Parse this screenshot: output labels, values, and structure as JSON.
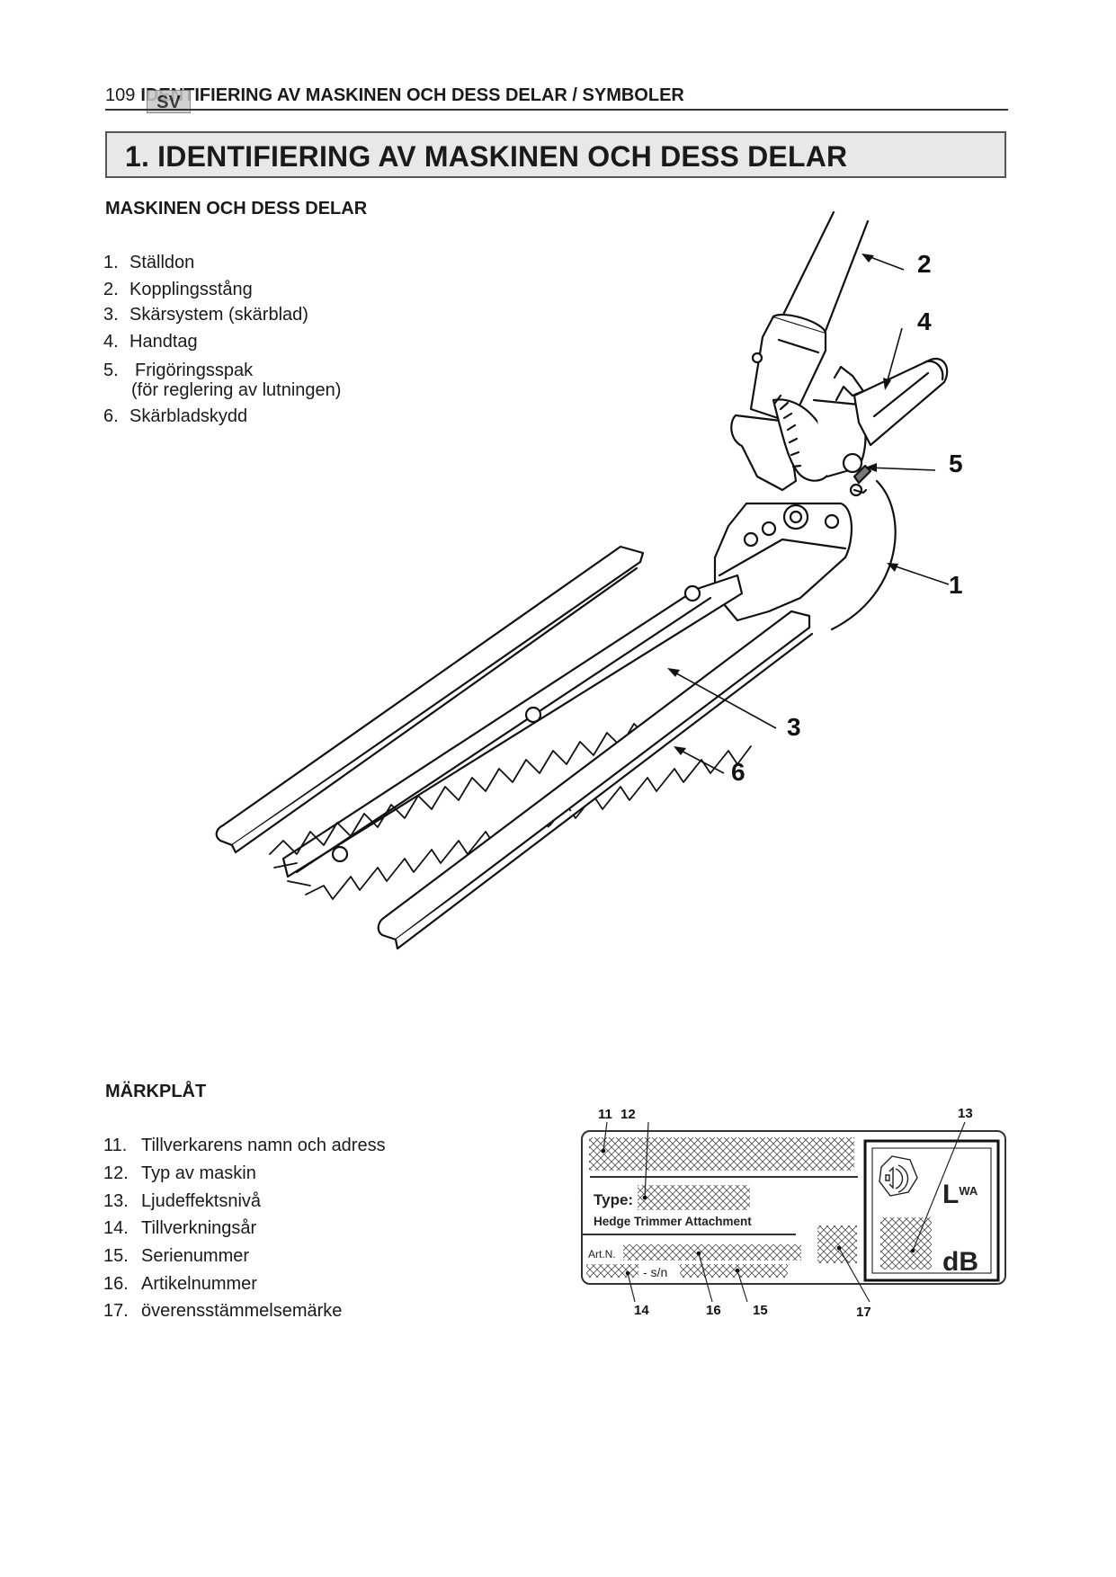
{
  "header": {
    "page_number": "109",
    "language_tab": "SV",
    "running_title": "IDENTIFIERING AV MASKINEN OCH DESS DELAR / SYMBOLER"
  },
  "section_title": "1.  IDENTIFIERING AV MASKINEN OCH DESS DELAR",
  "machine_parts": {
    "heading": "MASKINEN OCH DESS DELAR",
    "items": [
      {
        "num": "1.",
        "label": "Ställdon"
      },
      {
        "num": "2.",
        "label": "Kopplingsstång"
      },
      {
        "num": "3.",
        "label": "Skärsystem (skärblad)"
      },
      {
        "num": "4.",
        "label": "Handtag"
      },
      {
        "num": "5.",
        "label": "Frigöringsspak",
        "sub": "(för reglering av lutningen)"
      },
      {
        "num": "6.",
        "label": "Skärbladskydd"
      }
    ],
    "diagram_callouts": [
      "2",
      "4",
      "5",
      "1",
      "3",
      "6"
    ]
  },
  "rating_plate": {
    "heading": "MÄRKPLÅT",
    "items": [
      {
        "num": "11.",
        "label": "Tillverkarens namn och adress"
      },
      {
        "num": "12.",
        "label": "Typ av maskin"
      },
      {
        "num": "13.",
        "label": "Ljudeffektsnivå"
      },
      {
        "num": "14.",
        "label": "Tillverkningsår"
      },
      {
        "num": "15.",
        "label": "Serienummer"
      },
      {
        "num": "16.",
        "label": "Artikelnummer"
      },
      {
        "num": "17.",
        "label": "överensstämmelsemärke"
      }
    ],
    "plate": {
      "type_label": "Type:",
      "product_name": "Hedge Trimmer Attachment",
      "art_label": "Art.N.",
      "sn_label": "- s/n",
      "lwa_main": "L",
      "lwa_sub": "WA",
      "db_label": "dB",
      "callouts": {
        "c11": "11",
        "c12": "12",
        "c13": "13",
        "c14": "14",
        "c15": "15",
        "c16": "16",
        "c17": "17"
      }
    }
  }
}
